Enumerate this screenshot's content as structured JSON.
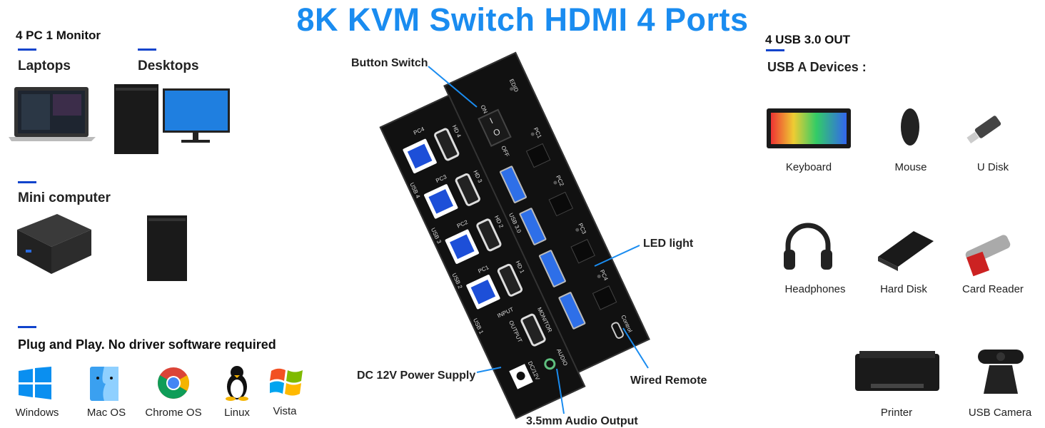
{
  "title": "8K KVM Switch HDMI 4 Ports",
  "left": {
    "heading": "4 PC 1 Monitor",
    "laptops": "Laptops",
    "desktops": "Desktops",
    "mini_computer": "Mini computer",
    "plug_and_play": "Plug and Play. No driver software required",
    "os": [
      {
        "label": "Windows",
        "icon": "windows-logo-icon"
      },
      {
        "label": "Mac OS",
        "icon": "mac-finder-icon"
      },
      {
        "label": "Chrome OS",
        "icon": "chrome-logo-icon"
      },
      {
        "label": "Linux",
        "icon": "linux-tux-icon"
      },
      {
        "label": "Vista",
        "icon": "windows-vista-icon"
      }
    ]
  },
  "device": {
    "callouts": {
      "button_switch": "Button Switch",
      "led_light": "LED light",
      "dc_power": "DC 12V Power Supply",
      "wired_remote": "Wired Remote",
      "audio_output": "3.5mm Audio Output"
    },
    "front_labels": {
      "usb": [
        "USB 4",
        "USB 3",
        "USB 2",
        "USB 1"
      ],
      "hd": [
        "HD 4",
        "HD 3",
        "HD 2",
        "HD 1"
      ],
      "pc": [
        "PC4",
        "PC3",
        "PC2",
        "PC1"
      ],
      "input": "INPUT",
      "output": "OUTPUT",
      "monitor": "MONITOR",
      "audio": "AUDIO",
      "dc": "DC/12V"
    },
    "back_labels": {
      "on": "ON",
      "off": "OFF",
      "edid": "EDID",
      "pcs": [
        "PC1",
        "PC2",
        "PC3",
        "PC4"
      ],
      "usb30": "USB 3.0",
      "control": "Control"
    }
  },
  "right": {
    "heading": "4 USB 3.0 OUT",
    "subheading": "USB A Devices :",
    "devices": [
      "Keyboard",
      "Mouse",
      "U Disk",
      "Headphones",
      "Hard Disk",
      "Card Reader",
      "Printer",
      "USB Camera"
    ]
  },
  "colors": {
    "accent": "#1a8cf0",
    "dash": "#1144cc"
  }
}
